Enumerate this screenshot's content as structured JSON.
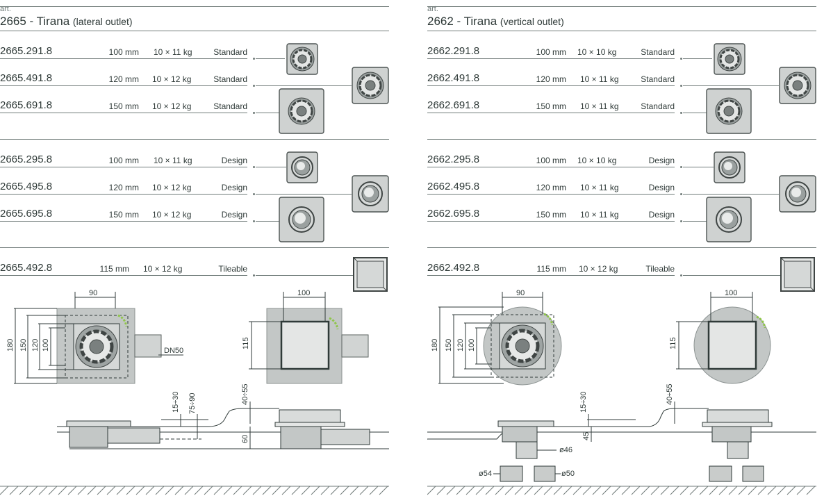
{
  "sections": [
    {
      "art_label": "art.",
      "title_main": "2665 - Tirana",
      "title_sub": "(lateral outlet)",
      "groups": [
        [
          {
            "code": "2665.291.8",
            "size": "100 mm",
            "weight": "10 × 11 kg",
            "type": "Standard"
          },
          {
            "code": "2665.491.8",
            "size": "120 mm",
            "weight": "10 × 12 kg",
            "type": "Standard"
          },
          {
            "code": "2665.691.8",
            "size": "150 mm",
            "weight": "10 × 12 kg",
            "type": "Standard"
          }
        ],
        [
          {
            "code": "2665.295.8",
            "size": "100 mm",
            "weight": "10 × 11 kg",
            "type": "Design"
          },
          {
            "code": "2665.495.8",
            "size": "120 mm",
            "weight": "10 × 12 kg",
            "type": "Design"
          },
          {
            "code": "2665.695.8",
            "size": "150 mm",
            "weight": "10 × 12 kg",
            "type": "Design"
          }
        ],
        [
          {
            "code": "2665.492.8",
            "size": "115 mm",
            "weight": "10 × 12 kg",
            "type": "Tileable"
          }
        ]
      ],
      "drawing": {
        "dim_top_1": "90",
        "dim_top_2": "100",
        "dim_h_180": "180",
        "dim_h_150": "150",
        "dim_h_120": "120",
        "dim_h_100": "100",
        "dim_h_115": "115",
        "outlet_label": "DN50",
        "dim_15_30": "15÷30",
        "dim_75_90": "75÷90",
        "dim_40_55": "40÷55",
        "dim_60": "60"
      }
    },
    {
      "art_label": "art.",
      "title_main": "2662 - Tirana",
      "title_sub": "(vertical outlet)",
      "groups": [
        [
          {
            "code": "2662.291.8",
            "size": "100 mm",
            "weight": "10 × 10 kg",
            "type": "Standard"
          },
          {
            "code": "2662.491.8",
            "size": "120 mm",
            "weight": "10 × 11 kg",
            "type": "Standard"
          },
          {
            "code": "2662.691.8",
            "size": "150 mm",
            "weight": "10 × 11 kg",
            "type": "Standard"
          }
        ],
        [
          {
            "code": "2662.295.8",
            "size": "100 mm",
            "weight": "10 × 10 kg",
            "type": "Design"
          },
          {
            "code": "2662.495.8",
            "size": "120 mm",
            "weight": "10 × 11 kg",
            "type": "Design"
          },
          {
            "code": "2662.695.8",
            "size": "150 mm",
            "weight": "10 × 11 kg",
            "type": "Design"
          }
        ],
        [
          {
            "code": "2662.492.8",
            "size": "115 mm",
            "weight": "10 × 12 kg",
            "type": "Tileable"
          }
        ]
      ],
      "drawing": {
        "dim_top_1": "90",
        "dim_top_2": "100",
        "dim_h_180": "180",
        "dim_h_150": "150",
        "dim_h_120": "120",
        "dim_h_100": "100",
        "dim_h_115": "115",
        "dim_15_30": "15÷30",
        "dim_40_55": "40÷55",
        "dim_45": "45",
        "dia_46": "ø46",
        "dia_54": "ø54",
        "dia_50": "ø50"
      }
    }
  ],
  "colors": {
    "line": "#6f7a78",
    "text": "#2f3a38",
    "steel": "#c9cccb",
    "steel_dark": "#5f6665",
    "accent": "#8fc54a"
  }
}
